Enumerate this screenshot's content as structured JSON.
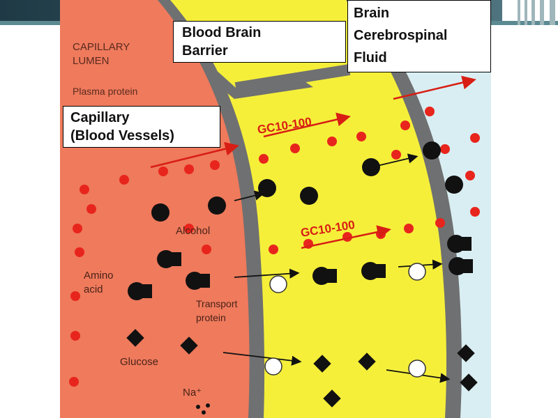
{
  "labels": {
    "capillary_lumen_line1": "CAPILLARY",
    "capillary_lumen_line2": "LUMEN",
    "plasma_protein": "Plasma protein",
    "alcohol": "Alcohol",
    "amino_line1": "Amino",
    "amino_line2": "acid",
    "transport_line1": "Transport",
    "transport_line2": "protein",
    "glucose": "Glucose",
    "sodium": "Na⁺",
    "gc_top": "GC10-100",
    "gc_mid": "GC10-100"
  },
  "boxes": {
    "blood_brain_barrier": "Blood Brain\nBarrier",
    "capillary": "Capillary\n(Blood Vessels)",
    "brain_csf": "Brain\nCerebrospinal\nFluid"
  },
  "colors": {
    "capillary_bg": "#ef7a5c",
    "barrier_wall": "#f5ef3a",
    "csf_bg": "#d9eef3",
    "membrane": "#6f7071",
    "marker_red": "#e8251d",
    "molecule_dark": "#111111"
  }
}
